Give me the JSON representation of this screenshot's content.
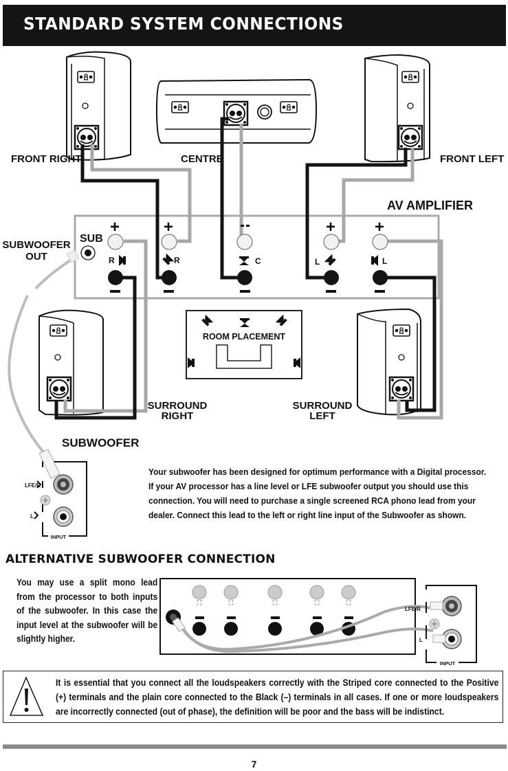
{
  "header": {
    "title": "STANDARD SYSTEM CONNECTIONS"
  },
  "diagram": {
    "speakers": {
      "front_right": "FRONT RIGHT",
      "centre": "CENTRE",
      "front_left": "FRONT LEFT",
      "surround_right": [
        "SURROUND",
        "RIGHT"
      ],
      "surround_left": [
        "SURROUND",
        "LEFT"
      ],
      "subwoofer": "SUBWOOFER"
    },
    "amplifier": {
      "label": "AV AMPLIFIER",
      "sub_label": "SUB",
      "sub_out_label": [
        "SUBWOOFER",
        "OUT"
      ],
      "plus_symbol": "+",
      "minus_symbol": "−",
      "channels": [
        {
          "id": "surround-right",
          "letter": "R"
        },
        {
          "id": "front-right",
          "letter": "R"
        },
        {
          "id": "centre",
          "letter": "C"
        },
        {
          "id": "front-left",
          "letter": "L"
        },
        {
          "id": "surround-left",
          "letter": "L"
        }
      ]
    },
    "room_placement": {
      "label": "ROOM PLACEMENT"
    },
    "sub_input_panel": {
      "lfe_label": "LFE/R",
      "l_label": "L",
      "input_label": "INPUT"
    }
  },
  "main_text": "Your subwoofer has been designed for optimum performance with a Digital processor. If your AV processor has a line level or LFE subwoofer output you should use this connection. You will need to purchase a single screened RCA phono lead from your dealer. Connect this lead to the left or right line input of the Subwoofer as shown.",
  "alternative": {
    "heading": "ALTERNATIVE SUBWOOFER CONNECTION",
    "text": "You may use a split mono lead from the processor to both inputs of the subwoofer. In this case the input level at the subwoofer will be slightly higher.",
    "lfe_label": "LFE/R",
    "l_label": "L",
    "input_label": "INPUT"
  },
  "warning": {
    "icon": "warning-triangle-icon",
    "text": "It is essential that you connect all the loudspeakers correctly with the Striped core connected to the Positive (+) terminals and the plain core connected to the Black (–) terminals in all cases. If one or more loudspeakers are incorrectly connected (out of phase), the definition will be poor and the bass will be indistinct."
  },
  "footer": {
    "page_number": "7"
  },
  "colors": {
    "wire_black": "#141414",
    "wire_grey": "#a8a8a8",
    "header_bg": "#141414"
  }
}
